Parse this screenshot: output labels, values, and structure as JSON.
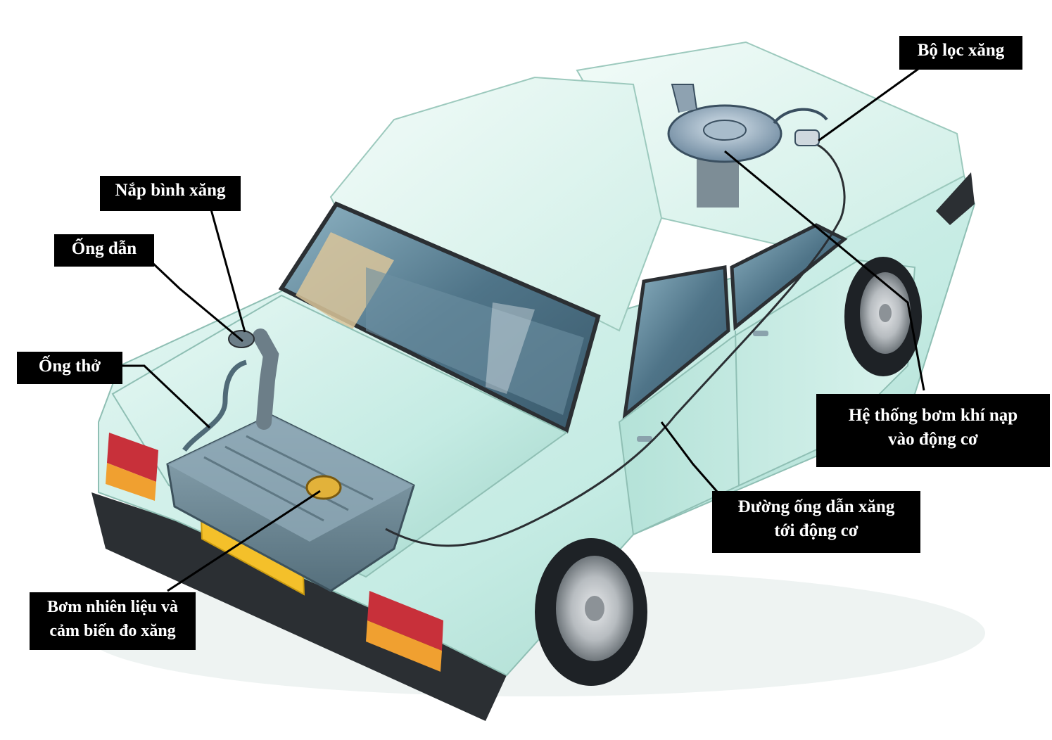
{
  "colors": {
    "body": "#c4ebe3",
    "body_light": "#e4f6f2",
    "body_shadow": "#9fd3c7",
    "glass": "#4f7488",
    "trim": "#2b2f33",
    "lamp_red": "#c8303a",
    "lamp_amber": "#f0a030",
    "plate": "#f4c02a",
    "tank": "#6c8a98",
    "label_bg": "#000000",
    "label_text": "#ffffff",
    "leader": "#000000"
  },
  "labels": {
    "fuel_filter": [
      "Bộ lọc xăng"
    ],
    "fuel_cap": [
      "Nắp bình xăng"
    ],
    "filler_pipe": [
      "Ống dẫn"
    ],
    "breather_pipe": [
      "Ống thở"
    ],
    "intake_system": [
      "Hệ thống bơm khí nạp",
      "vào động cơ"
    ],
    "fuel_line": [
      "Đường ống dẫn xăng",
      "tới động cơ"
    ],
    "pump_sensor": [
      "Bơm nhiên liệu và",
      "cảm biến đo xăng"
    ]
  }
}
